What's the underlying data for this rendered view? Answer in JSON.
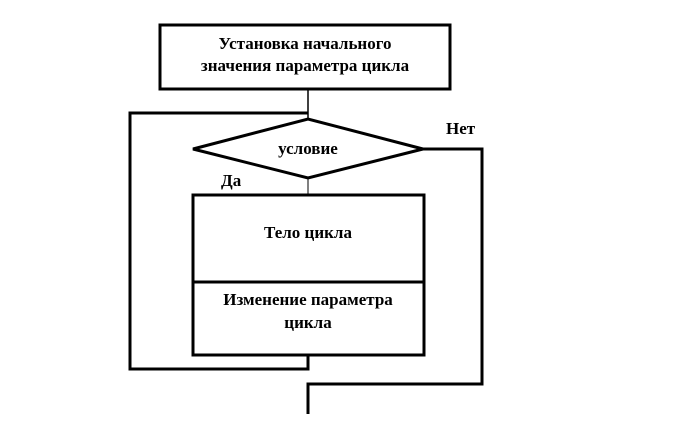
{
  "diagram": {
    "init_block": {
      "line1": "Установка начального",
      "line2": "значения параметра цикла"
    },
    "condition": {
      "label": "условие"
    },
    "branch_no": {
      "label": "Нет"
    },
    "branch_yes": {
      "label": "Да"
    },
    "body_block": {
      "label": "Тело цикла"
    },
    "update_block": {
      "line1": "Изменение параметра",
      "line2": "цикла"
    }
  }
}
